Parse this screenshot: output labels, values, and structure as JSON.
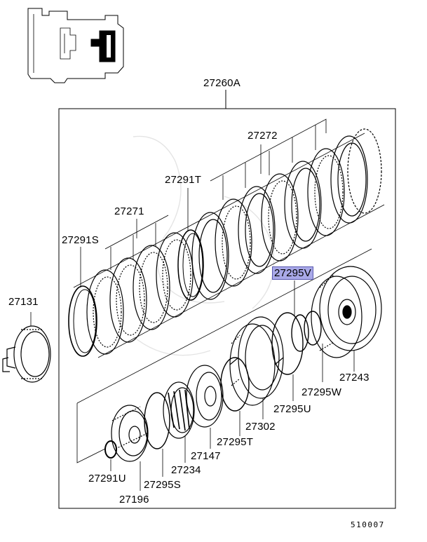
{
  "diagram": {
    "labels": {
      "assembly": "27260A",
      "p27272": "27272",
      "p27291T": "27291T",
      "p27271": "27271",
      "p27291S": "27291S",
      "p27131": "27131",
      "p27295V": "27295V",
      "p27243": "27243",
      "p27295W": "27295W",
      "p27295U": "27295U",
      "p27302": "27302",
      "p27295T": "27295T",
      "p27147": "27147",
      "p27234": "27234",
      "p27295S": "27295S",
      "p27291U": "27291U",
      "p27196": "27196",
      "figure_code": "510007"
    },
    "highlight_color": "#a9a9e8"
  }
}
